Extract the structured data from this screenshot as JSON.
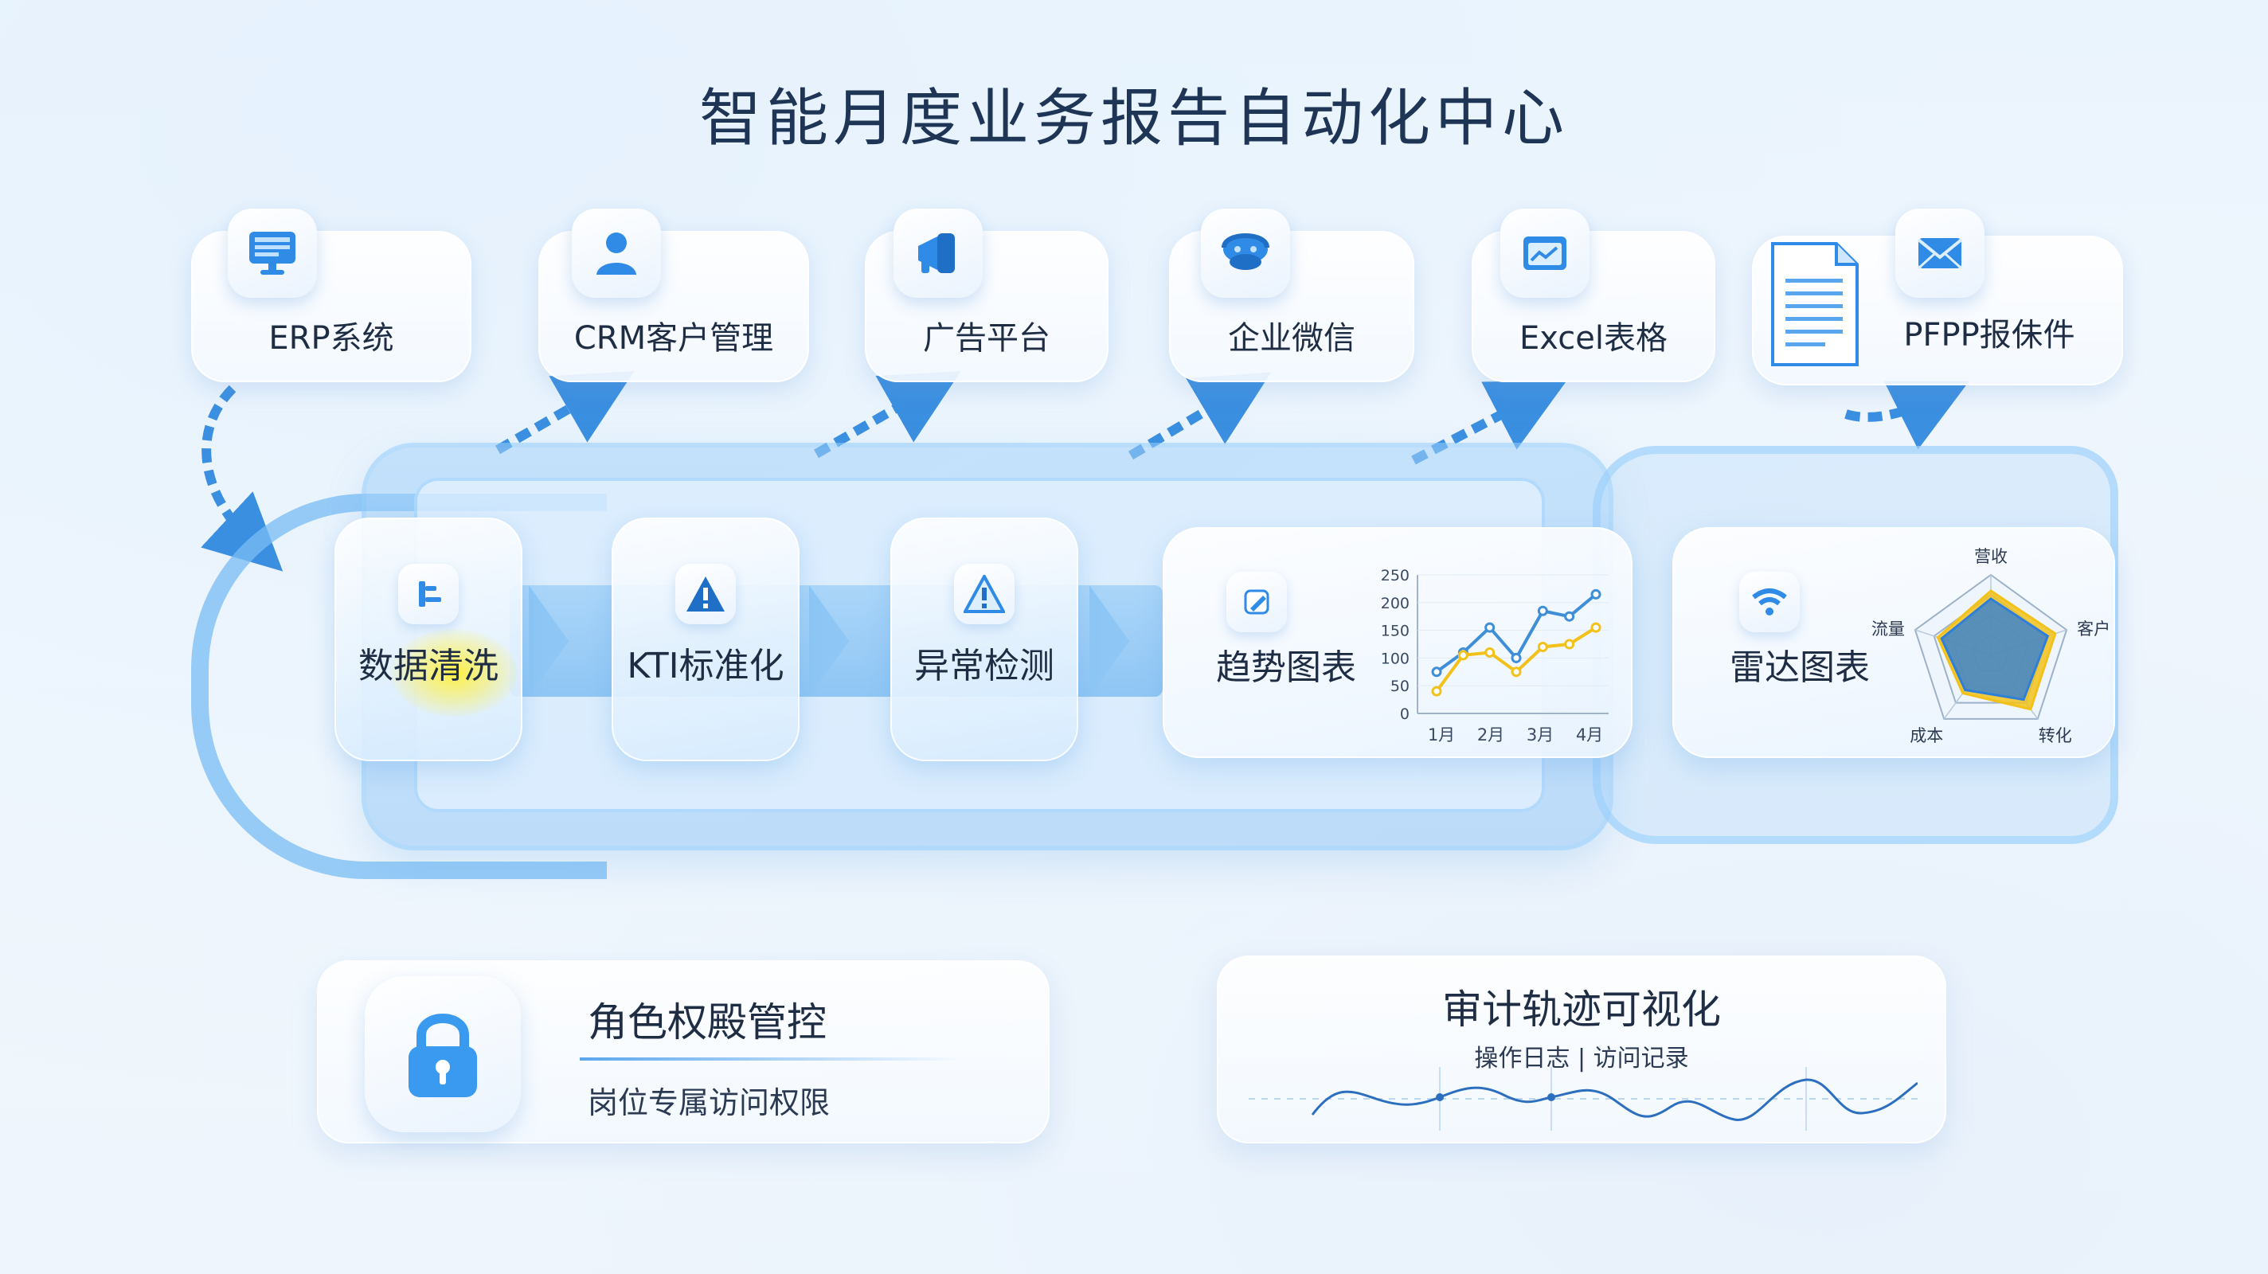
{
  "title": "智能月度业务报告自动化中心",
  "sources": [
    {
      "label": "ERP系统",
      "icon": "monitor-icon"
    },
    {
      "label": "CRM客户管理",
      "icon": "user-icon"
    },
    {
      "label": "广告平台",
      "icon": "megaphone-icon"
    },
    {
      "label": "企业微信",
      "icon": "chat-icon"
    },
    {
      "label": "Excel表格",
      "icon": "spreadsheet-icon"
    },
    {
      "label": "PFPP报佅件",
      "icon": "email-icon"
    }
  ],
  "pipeline": [
    {
      "label": "数据清洗",
      "icon": "filter-icon"
    },
    {
      "label": "KTI标准化",
      "icon": "warning-icon"
    },
    {
      "label": "异常检测",
      "icon": "alert-icon"
    }
  ],
  "trend": {
    "label": "趋势图表",
    "icon": "chart-edit-icon",
    "y_ticks": [
      "250",
      "200",
      "150",
      "100",
      "50",
      "0"
    ],
    "x_ticks": [
      "1月",
      "2月",
      "3月",
      "4月"
    ]
  },
  "radar": {
    "label": "雷达图表",
    "icon": "wifi-icon",
    "axes": [
      "营收",
      "客户",
      "转化",
      "成本",
      "流量"
    ]
  },
  "chart_data": [
    {
      "type": "line",
      "x": [
        "1月",
        "",
        "2月",
        "",
        "3月",
        "",
        "4月"
      ],
      "ylim": [
        0,
        250
      ],
      "series": [
        {
          "values": [
            75,
            110,
            155,
            100,
            185,
            175,
            215
          ],
          "color": "#3e8fd8"
        },
        {
          "values": [
            40,
            105,
            110,
            75,
            120,
            125,
            155
          ],
          "color": "#f2c21b"
        }
      ]
    },
    {
      "type": "radar",
      "categories": [
        "营收",
        "客户",
        "转化",
        "成本",
        "流量"
      ],
      "series": [
        {
          "values": [
            0.8,
            0.85,
            0.85,
            0.6,
            0.7
          ],
          "color": "#f2c21b"
        },
        {
          "values": [
            0.7,
            0.75,
            0.7,
            0.55,
            0.65
          ],
          "color": "#2f7fd8"
        }
      ]
    }
  ],
  "role_card": {
    "title": "角色权殿管控",
    "subtitle": "岗位专属访问权限",
    "icon": "lock-icon"
  },
  "audit_card": {
    "title": "审计轨迹可视化",
    "subtitle": "操作日志 | 访问记录"
  },
  "colors": {
    "accent": "#2f8be6",
    "trend_blue": "#3e8fd8",
    "trend_yellow": "#f2c21b",
    "audit_line": "#2d6fbf"
  }
}
